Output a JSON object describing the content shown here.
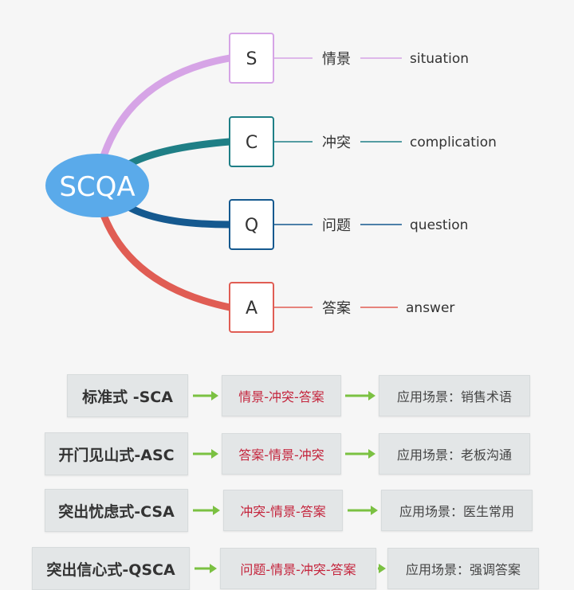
{
  "mindmap": {
    "center": {
      "label": "SCQA",
      "color": "#5aaaea",
      "text_color": "#ffffff"
    },
    "branches": [
      {
        "letter": "S",
        "cn": "情景",
        "en": "situation",
        "color": "#d6a4e6"
      },
      {
        "letter": "C",
        "cn": "冲突",
        "en": "complication",
        "color": "#1f7f86"
      },
      {
        "letter": "Q",
        "cn": "问题",
        "en": "question",
        "color": "#15598f"
      },
      {
        "letter": "A",
        "cn": "答案",
        "en": "answer",
        "color": "#e05d54"
      }
    ]
  },
  "patterns": {
    "arrow_color": "#7bc142",
    "rows": [
      {
        "name": "标准式 -SCA",
        "order": "情景-冲突-答案",
        "usage": "应用场景：销售术语"
      },
      {
        "name": "开门见山式-ASC",
        "order": "答案-情景-冲突",
        "usage": "应用场景：老板沟通"
      },
      {
        "name": "突出忧虑式-CSA",
        "order": "冲突-情景-答案",
        "usage": "应用场景：医生常用"
      },
      {
        "name": "突出信心式-QSCA",
        "order": "问题-情景-冲突-答案",
        "usage": "应用场景：强调答案"
      }
    ]
  }
}
